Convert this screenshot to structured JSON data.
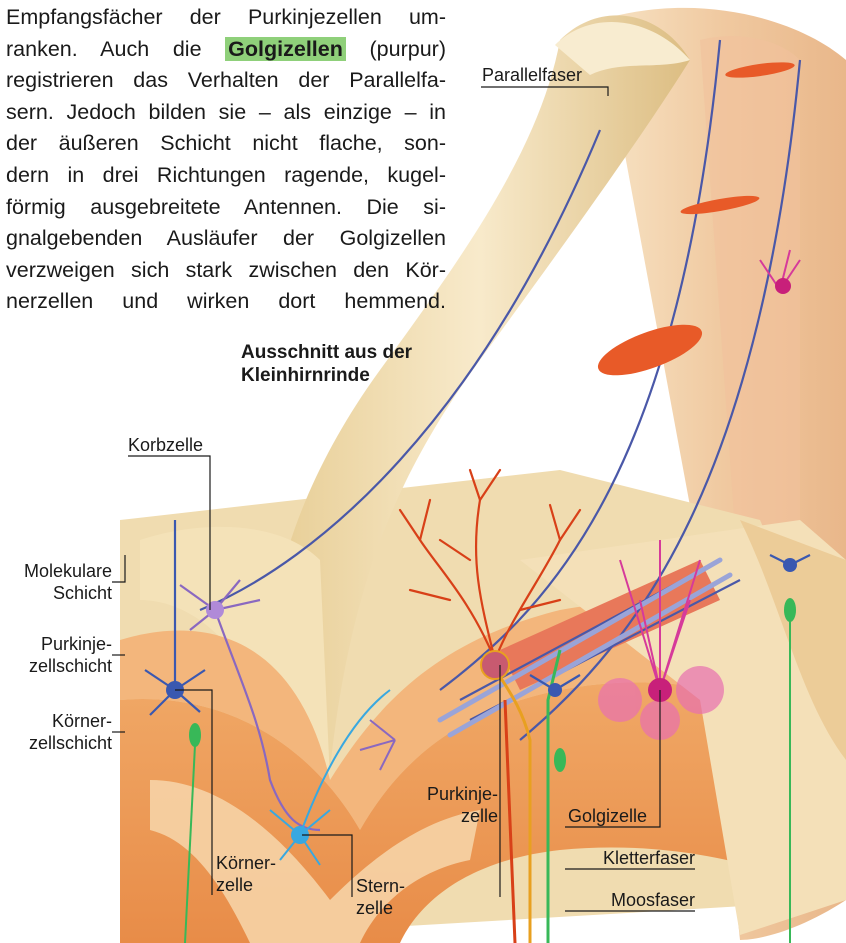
{
  "text": {
    "lines": [
      "Empfangsfächer der Purkinjezellen um-",
      "ranken. Auch die ",
      "(purpur)",
      "registrieren das Verhalten der Parallelfa-",
      "sern. Jedoch bilden sie – als einzige – in",
      "der äußeren Schicht nicht flache, son-",
      "dern in drei Richtungen ragende, kugel-",
      "förmig ausgebreitete Antennen. Die si-",
      "gnalgebenden Ausläufer der Golgizellen",
      "verzweigen sich stark zwischen den Kör-",
      "nerzellen und wirken dort hemmend."
    ],
    "highlight": "Golgizellen"
  },
  "figure": {
    "title_line1": "Ausschnitt aus der",
    "title_line2": "Kleinhirnrinde",
    "labels": {
      "parallelfaser": "Parallelfaser",
      "korbzelle": "Korbzelle",
      "molekulare_1": "Molekulare",
      "molekulare_2": "Schicht",
      "purkinje_schicht_1": "Purkinje-",
      "purkinje_schicht_2": "zellschicht",
      "koerner_schicht_1": "Körner-",
      "koerner_schicht_2": "zellschicht",
      "koernerzelle_1": "Körner-",
      "koernerzelle_2": "zelle",
      "sternzelle_1": "Stern-",
      "sternzelle_2": "zelle",
      "purkinjezelle_1": "Purkinje-",
      "purkinjezelle_2": "zelle",
      "golgizelle": "Golgizelle",
      "kletterfaser": "Kletterfaser",
      "moosfaser": "Moosfaser"
    },
    "colors": {
      "highlight": "#8fd07a",
      "molecular_layer": "#f3dfb2",
      "purkinje_layer": "#f2b57a",
      "granular_layer": "#ee9c5c",
      "parallel_fiber": "#4a58a8",
      "purkinje_cell": "#d84018",
      "golgi_cell": "#d63a9a",
      "basket_cell": "#8a68c0",
      "stellate_cell": "#38a8e0",
      "granule_cell": "#3a58b0",
      "climbing_fiber": "#e8a020",
      "mossy_fiber": "#38b858"
    }
  }
}
